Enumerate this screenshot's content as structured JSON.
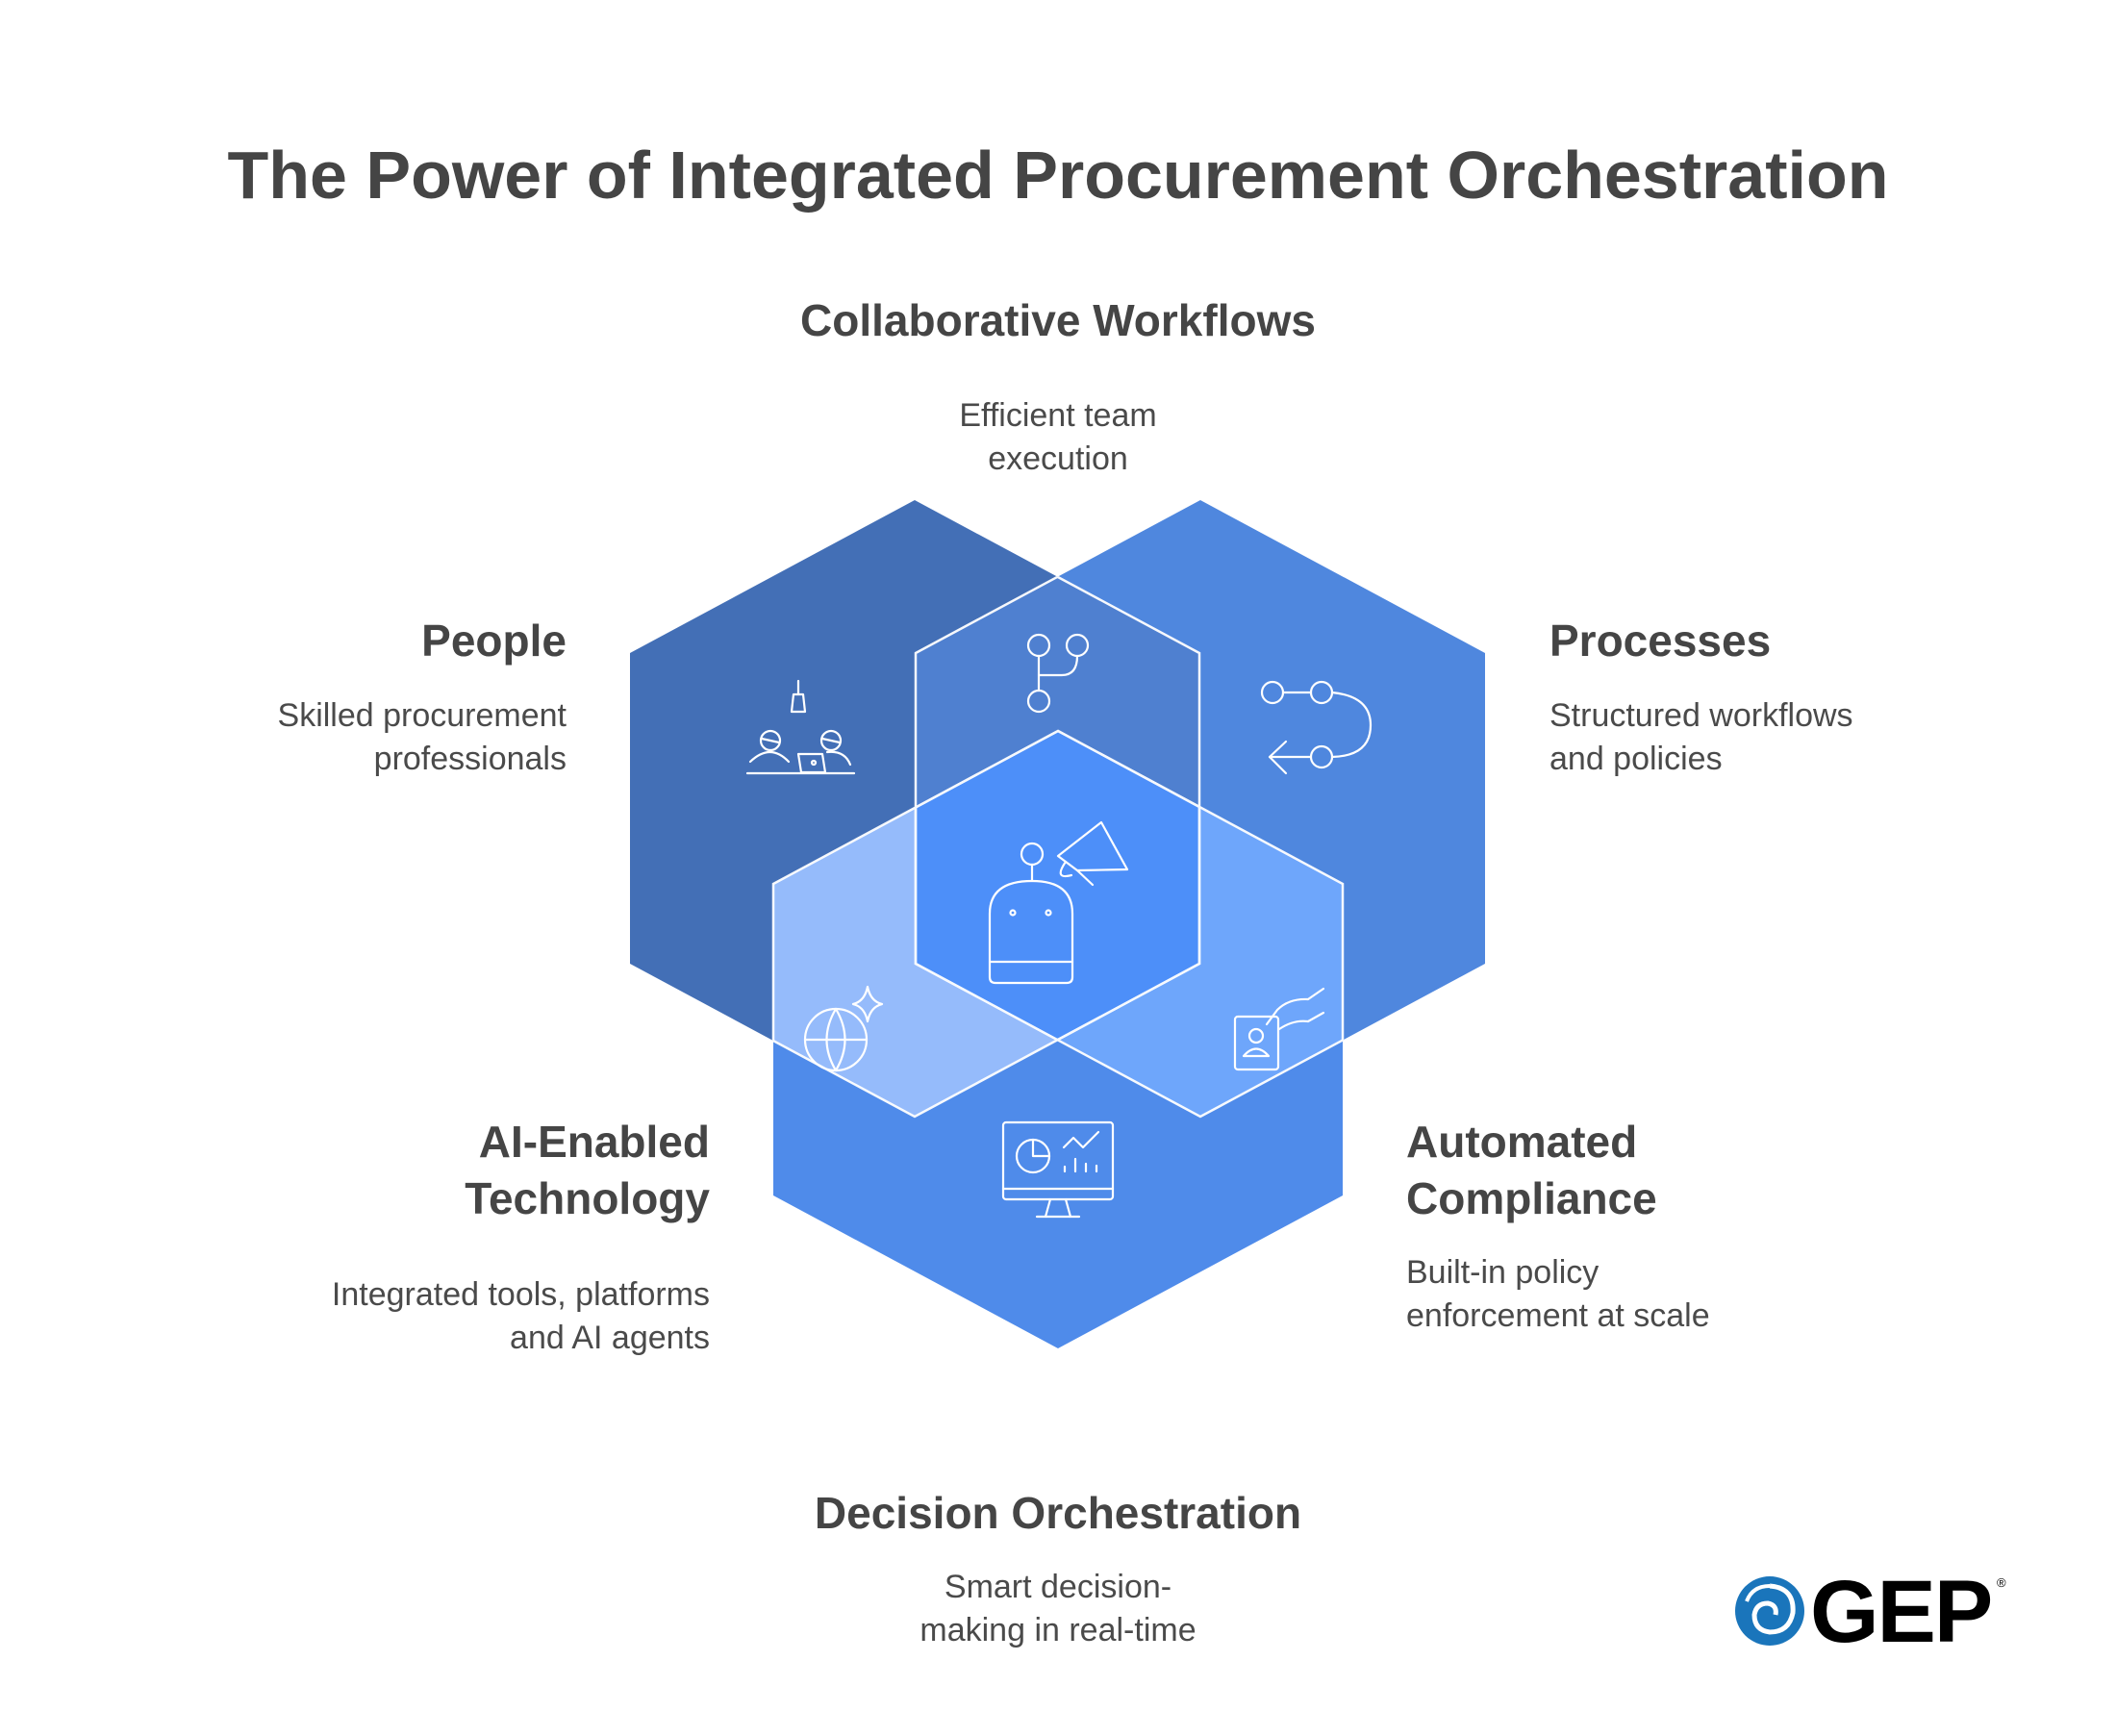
{
  "title": "The Power of Integrated Procurement Orchestration",
  "segments": {
    "collaborative": {
      "heading": "Collaborative Workflows",
      "desc1": "Efficient team",
      "desc2": "execution",
      "icon": "branch-icon"
    },
    "people": {
      "heading": "People",
      "desc1": "Skilled procurement",
      "desc2": "professionals",
      "icon": "team-meeting-icon"
    },
    "processes": {
      "heading": "Processes",
      "desc1": "Structured workflows",
      "desc2": "and policies",
      "icon": "process-flow-icon"
    },
    "ai": {
      "heading1": "AI-Enabled",
      "heading2": "Technology",
      "desc1": "Integrated tools, platforms",
      "desc2": "and AI agents",
      "icon": "globe-sparkle-icon"
    },
    "compliance": {
      "heading1": "Automated",
      "heading2": "Compliance",
      "desc1": "Built-in policy",
      "desc2": "enforcement at scale",
      "icon": "id-card-hand-icon"
    },
    "decision": {
      "heading": "Decision Orchestration",
      "desc1": "Smart decision-",
      "desc2": "making in real-time",
      "icon": "monitor-analytics-icon"
    },
    "center": {
      "icon": "robot-megaphone-icon"
    }
  },
  "logo": {
    "text": "GEP",
    "mark": "®"
  },
  "colors": {
    "people": "#436fb6",
    "processes": "#4f87de",
    "technology": "#4f8bea",
    "people_processes": "#4f80d0",
    "people_technology": "#95bbfb",
    "processes_technology": "#6ea6fb",
    "center": "#4d8ff9",
    "logo_blue": "#1a75bb"
  }
}
